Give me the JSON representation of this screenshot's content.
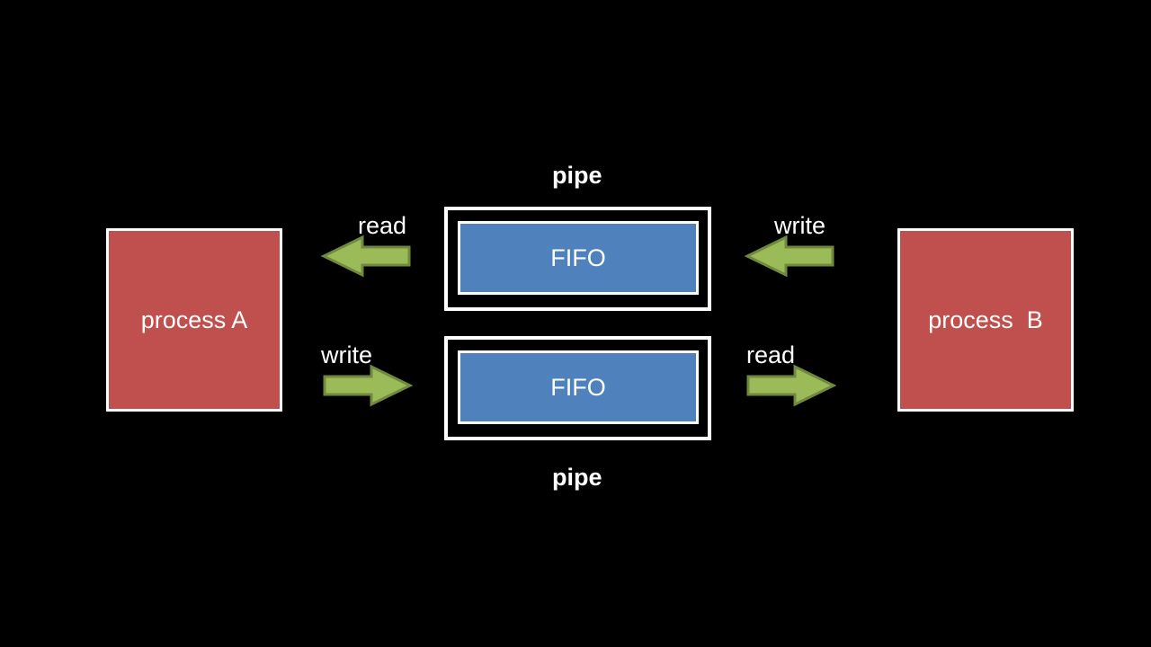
{
  "pipes": [
    {
      "label": "pipe",
      "fifo": "FIFO"
    },
    {
      "label": "pipe",
      "fifo": "FIFO"
    }
  ],
  "processes": {
    "a": "process A",
    "b": "process  B"
  },
  "arrows": {
    "top_left": "read",
    "top_right": "write",
    "bottom_left": "write",
    "bottom_right": "read"
  },
  "colors": {
    "background": "#000000",
    "process_fill": "#c0504d",
    "fifo_fill": "#4f81bd",
    "arrow_fill": "#9bbb59",
    "arrow_stroke": "#71893f",
    "border": "#ffffff"
  }
}
